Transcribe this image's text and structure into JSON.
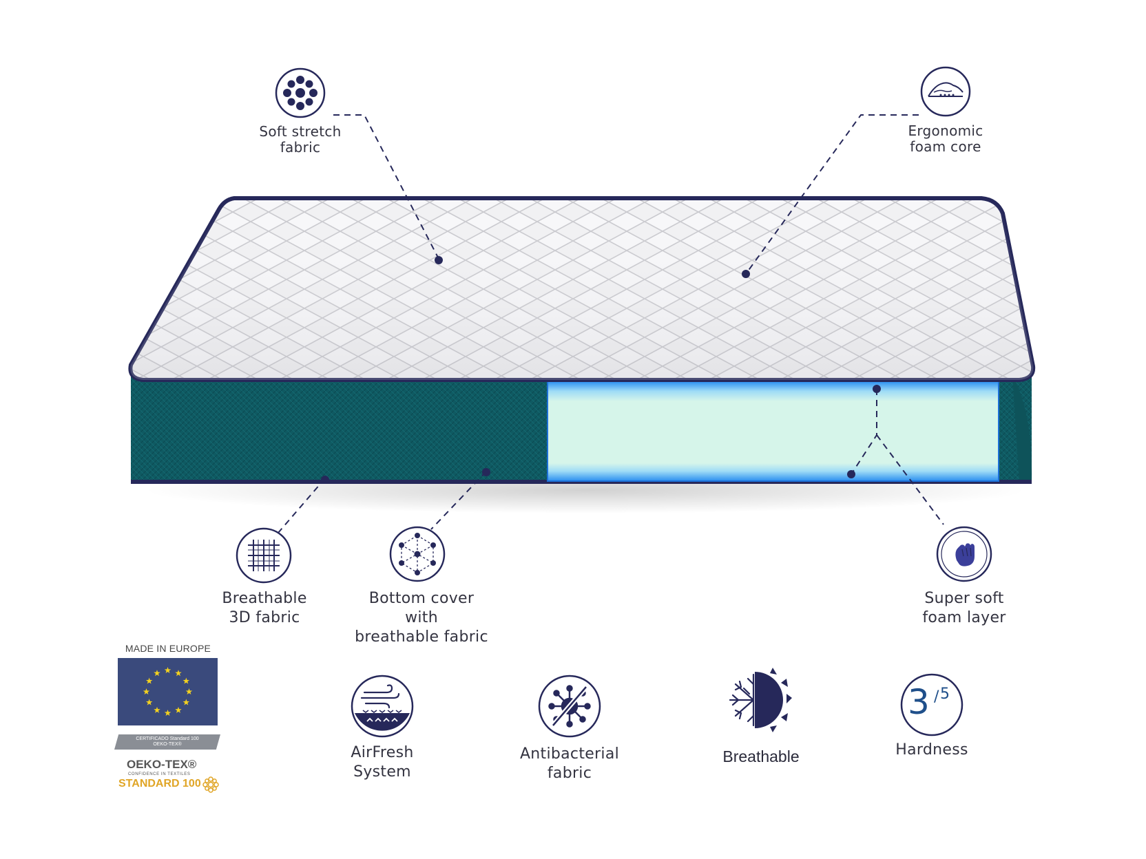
{
  "callouts": {
    "soft_stretch_fabric": [
      "Soft stretch",
      "fabric"
    ],
    "ergonomic_foam_core": [
      "Ergonomic",
      "foam core"
    ],
    "breathable_3d_fabric": [
      "Breathable",
      "3D fabric"
    ],
    "bottom_cover": [
      "Bottom cover with",
      "breathable fabric"
    ],
    "super_soft_foam_layer": [
      "Super soft",
      "foam layer"
    ]
  },
  "features": {
    "airfresh": [
      "AirFresh",
      "System"
    ],
    "antibacterial": [
      "Antibacterial",
      "fabric"
    ],
    "breathable": "Breathable",
    "hardness_label": "Hardness",
    "hardness_value": "3",
    "hardness_max": "5"
  },
  "certifications": {
    "made_in": "MADE IN EUROPE",
    "certificado": "CERTIFICADO Standard 100",
    "certificado_brand": "OEKO-TEX®",
    "oeko_tex": "OEKO-TEX®",
    "confidence": "CONFIDENCE IN TEXTILES",
    "standard": "STANDARD 100"
  },
  "colors": {
    "navy": "#26285a",
    "teal": "#0f5a62",
    "foam_light": "#d6f5ea",
    "foam_blue": "#2a8ef0",
    "eu_blue": "#3a4a7c",
    "eu_star": "#f4d21f",
    "oeko_gold": "#e0a526"
  }
}
